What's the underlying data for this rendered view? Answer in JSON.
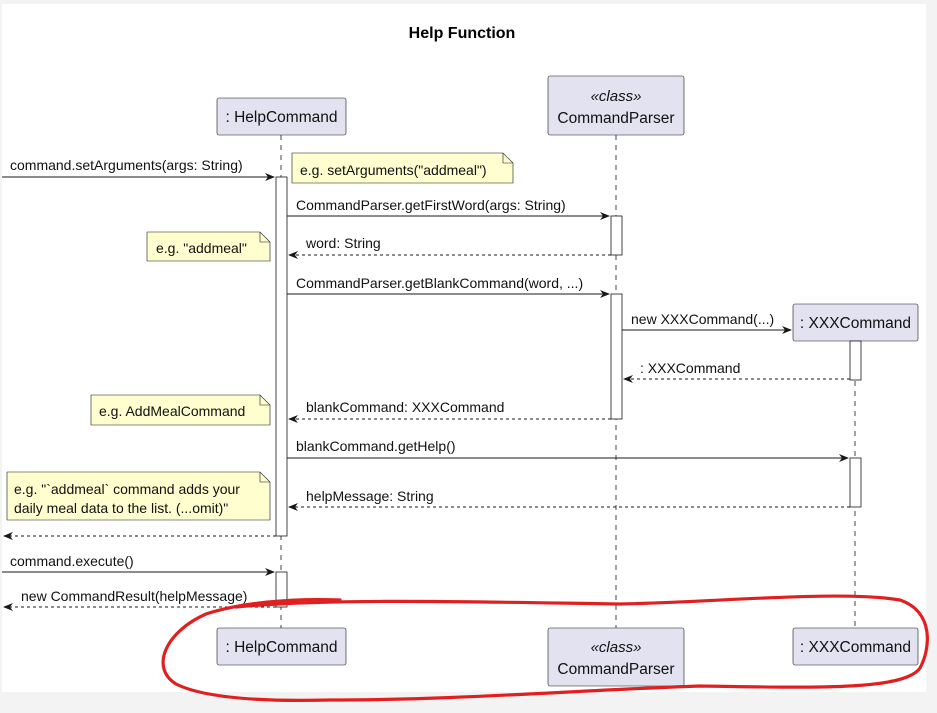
{
  "diagram": {
    "title": "Help Function",
    "participants": {
      "help": {
        "label": ": HelpCommand"
      },
      "parser": {
        "stereotype": "«class»",
        "label": "CommandParser"
      },
      "xxx": {
        "label": ": XXXCommand"
      }
    },
    "messages": [
      {
        "label": "command.setArguments(args: String)",
        "style": "solid"
      },
      {
        "label": "CommandParser.getFirstWord(args: String)",
        "style": "solid"
      },
      {
        "label": "word: String",
        "style": "dashed"
      },
      {
        "label": "CommandParser.getBlankCommand(word, ...)",
        "style": "solid"
      },
      {
        "label": "new XXXCommand(...)",
        "style": "solid"
      },
      {
        "label": ": XXXCommand",
        "style": "dashed"
      },
      {
        "label": "blankCommand: XXXCommand",
        "style": "dashed"
      },
      {
        "label": "blankCommand.getHelp()",
        "style": "solid"
      },
      {
        "label": "helpMessage: String",
        "style": "dashed"
      },
      {
        "label": "",
        "style": "dashed"
      },
      {
        "label": "command.execute()",
        "style": "solid"
      },
      {
        "label": "new CommandResult(helpMessage)",
        "style": "dashed"
      }
    ],
    "notes": [
      {
        "lines": [
          "e.g. setArguments(\"addmeal\")"
        ]
      },
      {
        "lines": [
          "e.g. \"addmeal\""
        ]
      },
      {
        "lines": [
          "e.g. AddMealCommand"
        ]
      },
      {
        "lines": [
          "e.g. \"`addmeal` command adds your",
          "daily meal data to the list. (...omit)\""
        ]
      }
    ]
  },
  "colors": {
    "participant_fill": "#e2e2f0",
    "participant_border": "#181818",
    "note_fill": "#fefece",
    "annotation_stroke": "#e02020",
    "canvas_background": "#ffffff"
  }
}
